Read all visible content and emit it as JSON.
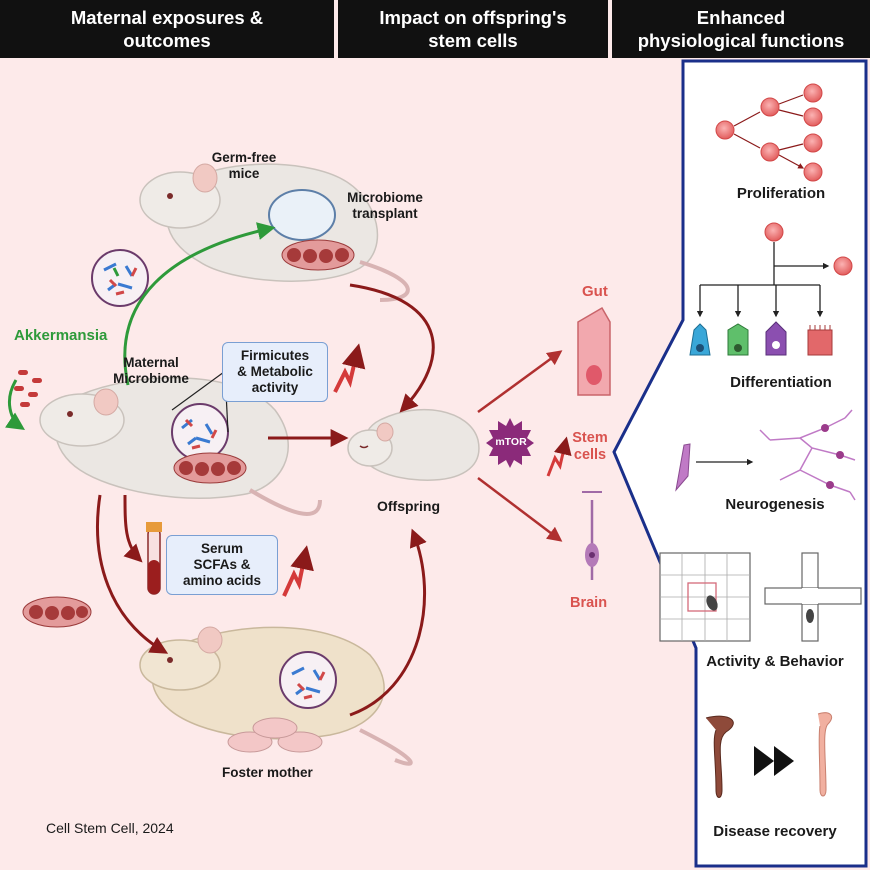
{
  "headers": {
    "col1": "Maternal exposures &\noutcomes",
    "col2": "Impact on offspring's\nstem cells",
    "col3": "Enhanced\nphysiological functions"
  },
  "left": {
    "germ_free": "Germ-free\nmice",
    "microbiome_transplant": "Microbiome\ntransplant",
    "akkermansia": "Akkermansia",
    "maternal_microbiome": "Maternal\nMicrobiome",
    "firmicutes_box": "Firmicutes\n& Metabolic\nactivity",
    "serum_box": "Serum\nSCFAs &\namino acids",
    "foster_mother": "Foster mother",
    "citation": "Cell Stem Cell, 2024"
  },
  "middle": {
    "offspring": "Offspring",
    "mtor": "mTOR",
    "gut": "Gut",
    "stem_cells": "Stem\ncells",
    "brain": "Brain"
  },
  "right": {
    "proliferation": "Proliferation",
    "differentiation": "Differentiation",
    "neurogenesis": "Neurogenesis",
    "activity_behavior": "Activity & Behavior",
    "disease_recovery": "Disease recovery"
  },
  "colors": {
    "background": "#fdeaea",
    "header": "#111111",
    "right_panel_border": "#1a2f8a",
    "dark_red_arrow": "#8b1a1a",
    "green_arrow": "#2e9a3a",
    "accent_red": "#d9534f",
    "mtor": "#8b2a7a"
  }
}
